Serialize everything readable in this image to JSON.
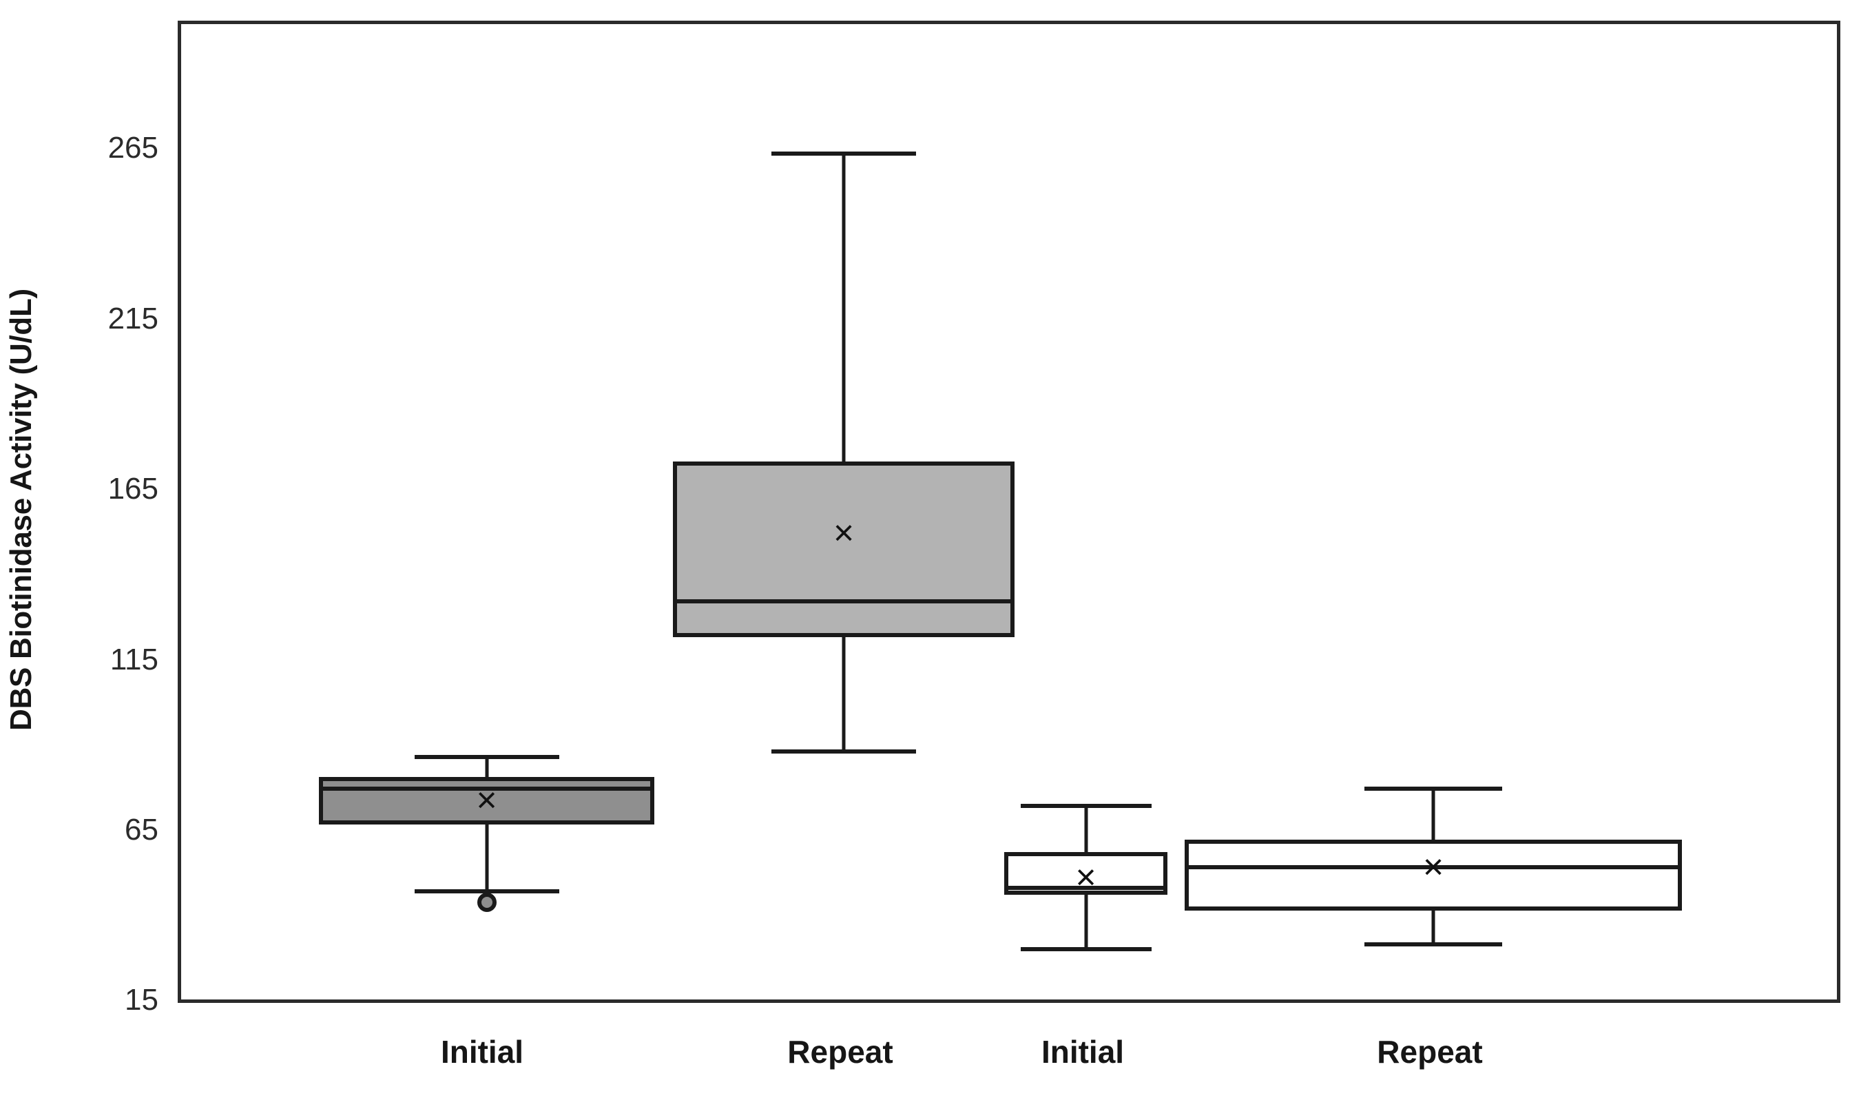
{
  "chart_data": {
    "type": "box",
    "title": "",
    "xlabel": "",
    "ylabel": "DBS Biotinidase Activity (U/dL)",
    "ylim": [
      15,
      278
    ],
    "yticks": [
      15,
      65,
      115,
      165,
      215,
      265
    ],
    "ytick_labels": [
      "15",
      "65",
      "115",
      "165",
      "215",
      "265"
    ],
    "grid": false,
    "legend": "none",
    "categories": [
      "Initial",
      "Repeat",
      "Initial",
      "Repeat"
    ],
    "boxes": [
      {
        "label": "Initial",
        "fill_color": "#8f8f8f",
        "whisker_low": 48.6,
        "q1": 67.5,
        "median": 78.0,
        "mean": 74.6,
        "q3": 81.5,
        "whisker_high": 88.0,
        "outliers": [
          44.7
        ]
      },
      {
        "label": "Repeat",
        "fill_color": "#b3b3b3",
        "whisker_low": 89.6,
        "q1": 122.5,
        "median": 133.0,
        "mean": 153.0,
        "q3": 174.0,
        "whisker_high": 265.0,
        "outliers": []
      },
      {
        "label": "Initial",
        "fill_color": "#ffffff",
        "whisker_low": 31.6,
        "q1": 47.0,
        "median": 49.0,
        "mean": 52.0,
        "q3": 59.5,
        "whisker_high": 73.6,
        "outliers": []
      },
      {
        "label": "Repeat",
        "fill_color": "#ffffff",
        "whisker_low": 33.0,
        "q1": 42.3,
        "median": 55.0,
        "mean": 55.0,
        "q3": 63.0,
        "whisker_high": 78.6,
        "outliers": []
      }
    ],
    "mean_marker_glyph": "×",
    "axis_color": "#2b2b2b",
    "line_color": "#1a1a1a"
  },
  "ytick_labels": {
    "t0": "15",
    "t1": "65",
    "t2": "115",
    "t3": "165",
    "t4": "215",
    "t5": "265"
  },
  "xcat_labels": {
    "c0": "Initial",
    "c1": "Repeat",
    "c2": "Initial",
    "c3": "Repeat"
  },
  "axis": {
    "y_title": "DBS Biotinidase Activity (U/dL)"
  }
}
